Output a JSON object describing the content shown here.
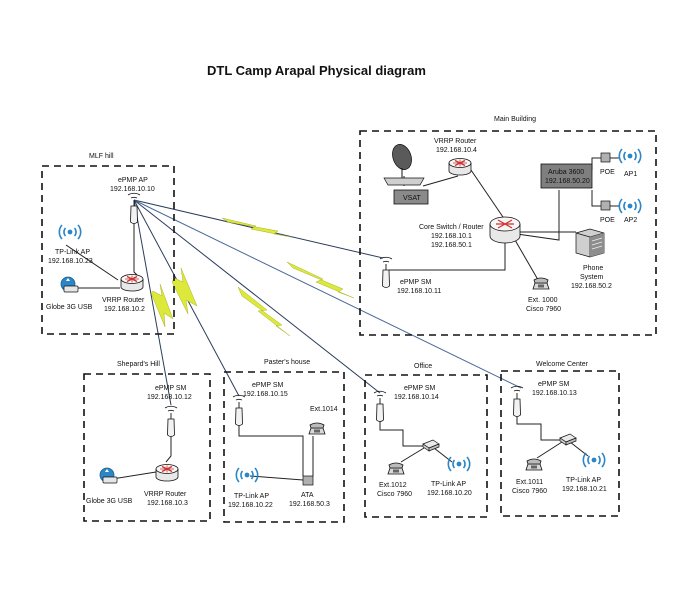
{
  "title": "DTL Camp Arapal Physical diagram",
  "colors": {
    "wifi": "#2a86c6",
    "router_x": "#d0322e",
    "bolt": "#dde93a",
    "aruba_fill": "#7f7f7f",
    "vsat_fill": "#8a8a8a",
    "link_a": "#2a3d5e",
    "link_b": "#4a6a9a"
  },
  "sites": {
    "main_building": {
      "label": "Main Building",
      "vrrp_router": [
        "VRRP Router",
        "192.168.10.4"
      ],
      "vsat": "VSAT",
      "aruba": [
        "Aruba 3600",
        "192.168.50.20"
      ],
      "poe1": "POE",
      "poe2": "POE",
      "ap1": "AP1",
      "ap2": "AP2",
      "core": [
        "Core Switch / Router",
        "192.168.10.1",
        "192.168.50.1"
      ],
      "phone_system": [
        "Phone",
        "System",
        "192.168.50.2"
      ],
      "epmp_sm": [
        "ePMP SM",
        "192.168.10.11"
      ],
      "ext": [
        "Ext. 1000",
        "Cisco 7960"
      ]
    },
    "mlf_hill": {
      "label": "MLF hill",
      "epmp_ap": [
        "ePMP AP",
        "192.168.10.10"
      ],
      "tplink": [
        "TP-Link AP",
        "192.168.10.23"
      ],
      "globe": "Globe 3G USB",
      "vrrp": [
        "VRRP Router",
        "192.168.10.2"
      ]
    },
    "shepards_hill": {
      "label": "Shepard's Hill",
      "epmp_sm": [
        "ePMP SM",
        "192.168.10.12"
      ],
      "globe": "Globe 3G USB",
      "vrrp": [
        "VRRP Router",
        "192.168.10.3"
      ]
    },
    "pasters_house": {
      "label": "Paster's house",
      "epmp_sm": [
        "ePMP SM",
        "192.168.10.15"
      ],
      "ext": "Ext.1014",
      "tplink": [
        "TP-Link AP",
        "192.168.10.22"
      ],
      "ata": [
        "ATA",
        "192.168.50.3"
      ]
    },
    "office": {
      "label": "Office",
      "epmp_sm": [
        "ePMP SM",
        "192.168.10.14"
      ],
      "ext": [
        "Ext.1012",
        "Cisco 7960"
      ],
      "tplink": [
        "TP-Link AP",
        "192.168.10.20"
      ]
    },
    "welcome_center": {
      "label": "Welcome Center",
      "epmp_sm": [
        "ePMP SM",
        "192.168.10.13"
      ],
      "ext": [
        "Ext.1011",
        "Cisco 7960"
      ],
      "tplink": [
        "TP-Link AP",
        "192.168.10.21"
      ]
    }
  }
}
